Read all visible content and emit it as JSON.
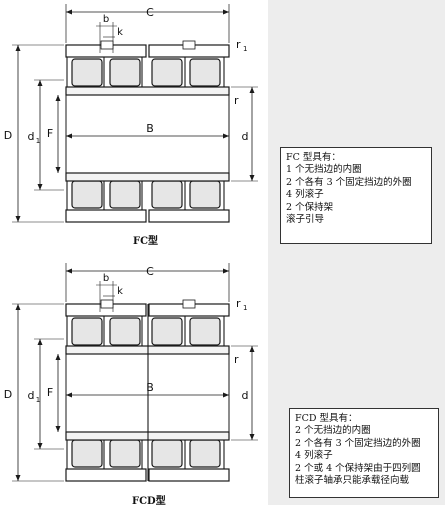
{
  "diagrams": [
    {
      "caption": "FC型",
      "labels": {
        "C": "C",
        "b": "b",
        "k": "k",
        "r1": "r",
        "r1_sub": "1",
        "r": "r",
        "B": "B",
        "D": "D",
        "d1": "d",
        "d1_sub": "1",
        "F": "F",
        "d": "d"
      },
      "info_title": "FC 型具有：",
      "info_lines": [
        "1 个无挡边的内圈",
        "2 个各有 3 个固定挡边的外圈",
        "4 列滚子",
        "2 个保持架",
        "滚子引导"
      ]
    },
    {
      "caption": "FCD型",
      "labels": {
        "C": "C",
        "b": "b",
        "k": "k",
        "r1": "r",
        "r1_sub": "1",
        "r": "r",
        "B": "B",
        "D": "D",
        "d1": "d",
        "d1_sub": "1",
        "F": "F",
        "d": "d"
      },
      "info_title": "FCD 型具有：",
      "info_lines": [
        "2 个无挡边的内圈",
        "2 个各有 3 个固定挡边的外圈",
        "4 列滚子",
        "2 个或 4 个保持架由于四列圆",
        "柱滚子轴承只能承载径向载"
      ]
    }
  ],
  "colors": {
    "roller_fill": "#e6e6e6",
    "line": "#1a1a1a",
    "panel_gray": "#ededed"
  }
}
